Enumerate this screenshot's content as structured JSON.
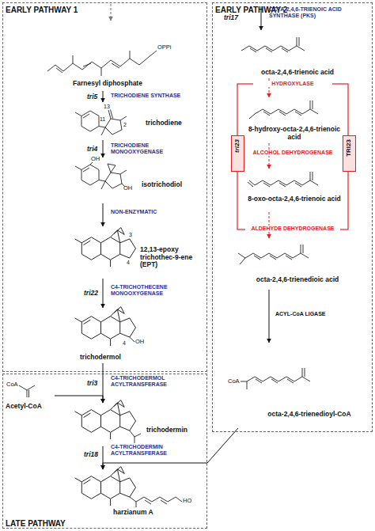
{
  "diagram": {
    "nodes": [
      {
        "text": [
          "EARLY PATHWAY 1"
        ]
      },
      {
        "text": [
          "Farnesyl diphosphate"
        ],
        "in": 0
      },
      {
        "text": [
          "trichodiene"
        ],
        "in": 0
      },
      {
        "text": [
          "isotrichodiol"
        ],
        "in": 0
      },
      {
        "text": [
          "12,13-epoxy trichothec-9-ene (EPT)"
        ],
        "in": 0
      },
      {
        "text": [
          "trichodermol"
        ],
        "in": 0
      },
      {
        "text": [
          "EARLY PATHWAY 2"
        ]
      },
      {
        "text": [
          "octa-2,4,6-trienoic acid"
        ],
        "in": 6
      },
      {
        "text": [
          "8-hydroxy-octa-2,4,6-trienoic acid"
        ],
        "in": 6
      },
      {
        "text": [
          "8-oxo-octa-2,4,6-trienoic acid"
        ],
        "in": 6
      },
      {
        "text": [
          "octa-2,4,6-trienedioic acid"
        ],
        "in": 6
      },
      {
        "text": [
          "octa-2,4,6-trienedioyl-CoA"
        ],
        "in": 6
      },
      {
        "text": [
          "tri23"
        ],
        "in": 6
      },
      {
        "text": [
          "TRI23"
        ],
        "in": 6
      },
      {
        "text": [
          "LATE PATHWAY"
        ]
      },
      {
        "text": [
          "Acetyl-CoA"
        ],
        "in": 14
      },
      {
        "text": [
          "trichodermin"
        ],
        "in": 14
      },
      {
        "text": [
          "harzianum A"
        ],
        "in": 14
      }
    ],
    "edges": [
      {
        "from": 1,
        "to": 2,
        "arrow": "to",
        "label": "TRICHODIENE SYNTHASE"
      },
      {
        "from": 2,
        "to": 3,
        "arrow": "to",
        "label": "TRICHODIENE MONOOXYGENASE"
      },
      {
        "from": 3,
        "to": 4,
        "arrow": "to",
        "label": "NON-ENZYMATIC"
      },
      {
        "from": 4,
        "to": 5,
        "arrow": "to",
        "label": "C4-TRICHOTHECENE MONOOXYGENASE"
      },
      {
        "from": 5,
        "to": 16,
        "arrow": "to",
        "label": "C4-TRICHODERMOL ACYLTRANSFERASE"
      },
      {
        "from": 15,
        "to": 16,
        "arrow": "to"
      },
      {
        "from": 16,
        "to": 17,
        "arrow": "to",
        "label": "C4-TRICHODERMIN ACYLTRANSFERASE"
      },
      {
        "from": 11,
        "to": 17,
        "arrow": "to"
      },
      {
        "from": 7,
        "to": 8,
        "arrow": "to",
        "label": "HYDROXYLASE"
      },
      {
        "from": 8,
        "to": 9,
        "arrow": "to",
        "label": "ALCOHOL DEHYDROGENASE"
      },
      {
        "from": 9,
        "to": 10,
        "arrow": "to",
        "label": "ALDEHYDE DEHYDROGENASE"
      },
      {
        "from": 10,
        "to": 11,
        "arrow": "to",
        "label": "ACYL-CoA LIGASE"
      }
    ],
    "labels": [
      "tri5",
      "tri4",
      "tri22",
      "tri3",
      "tri18",
      "tri17",
      "OCTA-2,4,6-TRIENOIC ACID SYNTHASE (PKS)",
      "11",
      "13",
      "2",
      "3",
      "4",
      "4",
      "OPPi",
      "OH",
      "OH",
      "OH",
      "CoA",
      "CoA",
      "HO"
    ]
  }
}
